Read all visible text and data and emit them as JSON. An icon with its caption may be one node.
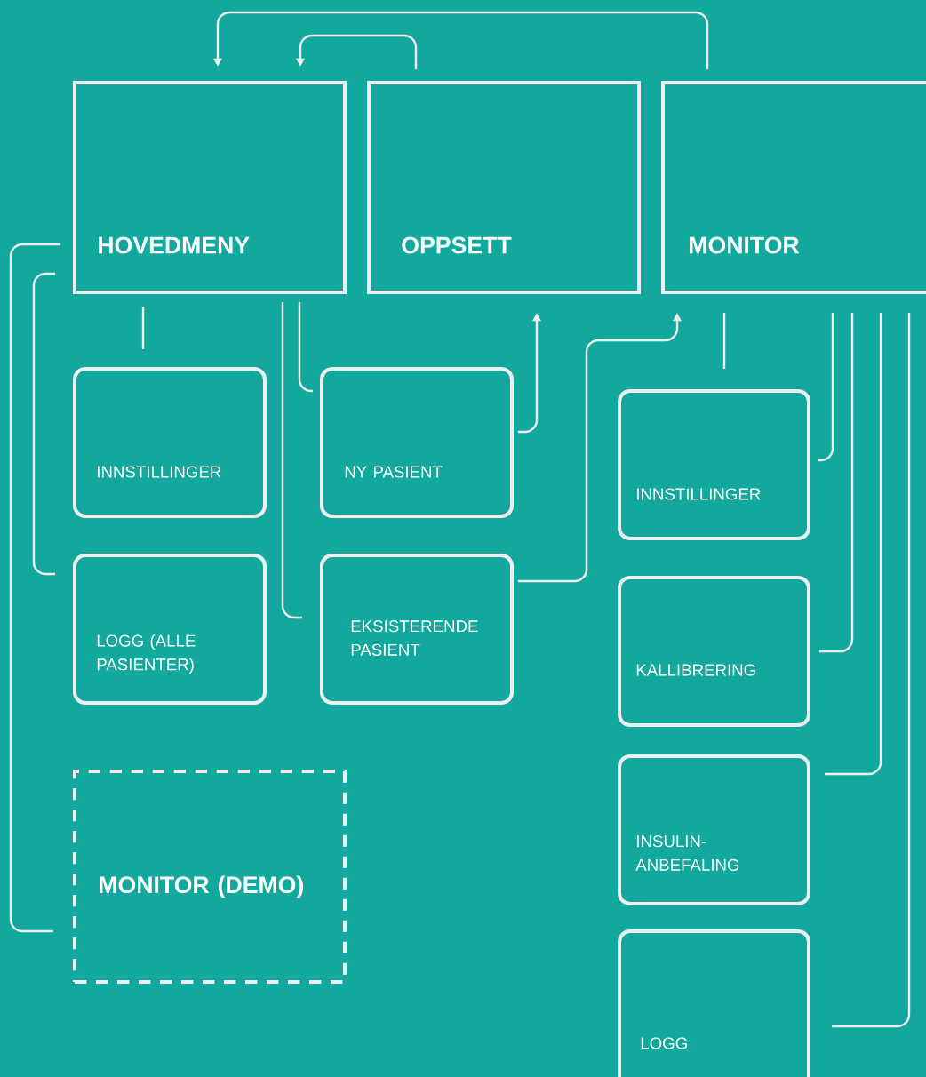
{
  "diagram": {
    "nodes": [
      {
        "text": [
          "HOVEDMENY"
        ]
      },
      {
        "text": [
          "OPPSETT"
        ]
      },
      {
        "text": [
          "MONITOR"
        ]
      },
      {
        "text": [
          "INNSTILLINGER"
        ]
      },
      {
        "text": [
          "NY PASIENT"
        ]
      },
      {
        "text": [
          "LOGG (ALLE PASIENTER)"
        ]
      },
      {
        "text": [
          "EKSISTERENDE PASIENT"
        ]
      },
      {
        "text": [
          "MONITOR (DEMO)"
        ]
      },
      {
        "text": [
          "INNSTILLINGER"
        ]
      },
      {
        "text": [
          "KALLIBRERING"
        ]
      },
      {
        "text": [
          "INSULIN- ANBEFALING"
        ]
      },
      {
        "text": [
          "LOGG"
        ]
      }
    ],
    "edges": [
      {
        "from": 1,
        "to": 0,
        "arrow": "to"
      },
      {
        "from": 2,
        "to": 0,
        "arrow": "to"
      },
      {
        "from": 0,
        "to": 3,
        "arrow": "none"
      },
      {
        "from": 0,
        "to": 4,
        "arrow": "none"
      },
      {
        "from": 0,
        "to": 5,
        "arrow": "none"
      },
      {
        "from": 0,
        "to": 6,
        "arrow": "none"
      },
      {
        "from": 0,
        "to": 7,
        "arrow": "none"
      },
      {
        "from": 4,
        "to": 1,
        "arrow": "to"
      },
      {
        "from": 6,
        "to": 2,
        "arrow": "to"
      },
      {
        "from": 2,
        "to": 8,
        "arrow": "none"
      },
      {
        "from": 2,
        "to": 8,
        "arrow": "none"
      },
      {
        "from": 2,
        "to": 9,
        "arrow": "none"
      },
      {
        "from": 2,
        "to": 10,
        "arrow": "none"
      },
      {
        "from": 2,
        "to": 11,
        "arrow": "none"
      }
    ]
  }
}
